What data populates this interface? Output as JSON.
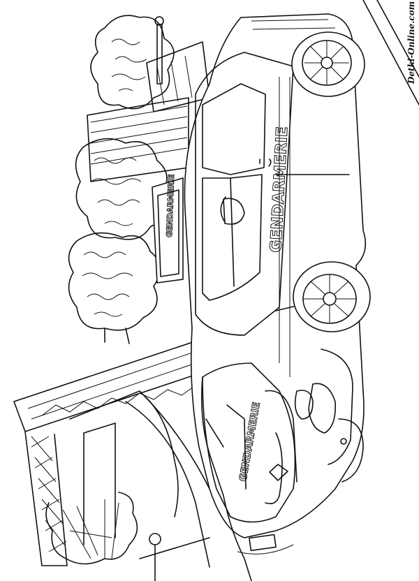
{
  "car": {
    "side_label": "GENDARMERIE",
    "hood_label": "GENDARMERIE",
    "roof_sign_label": "GENDARMERIE"
  },
  "watermark": "Detki-Online.com"
}
